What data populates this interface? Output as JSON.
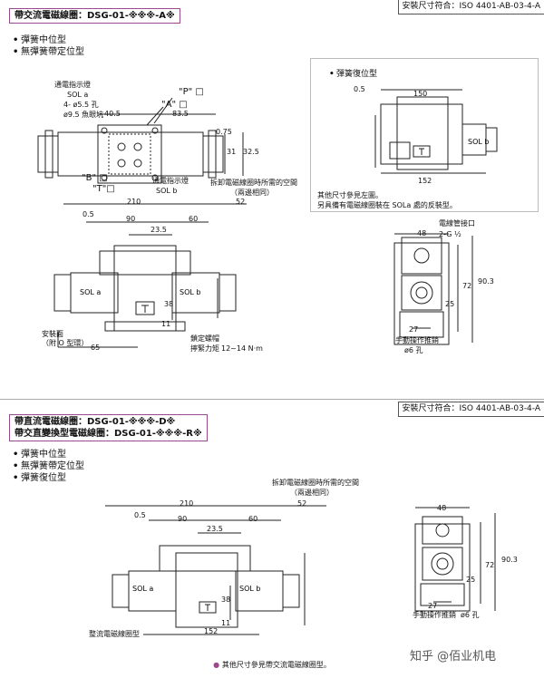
{
  "section1": {
    "standard": "安裝尺寸符合：ISO 4401-AB-03-4-A",
    "title": "帶交流電磁線圈：DSG-01-※※※-A※",
    "bullets": [
      "彈簧中位型",
      "無彈簧帶定位型"
    ],
    "top_view": {
      "labels": {
        "indicator": "通電指示燈",
        "sol_a_top": "SOL a",
        "holes": "4- ø5.5 孔",
        "counterbore": "ø9.5 魚眼坑",
        "p_port": "\"P\" □",
        "a_port": "\"A\" □",
        "b_port": "\"B\" □",
        "t_port": "\"T\"□",
        "indicator2": "通電指示燈",
        "sol_b_bottom": "SOL b",
        "removal_space": "拆卸電磁線圈時所需的空間",
        "both_sides": "（兩邊相同）"
      },
      "dims": [
        "40.5",
        "83.5",
        "0.75",
        "31",
        "32.5"
      ]
    },
    "front_view": {
      "dims": [
        "210",
        "52",
        "0.5",
        "90",
        "60",
        "23.5",
        "38",
        "11",
        "65"
      ],
      "labels": {
        "sol_a": "SOL a",
        "sol_b": "SOL b",
        "mount_face": "安裝面",
        "oring": "（附 O 型環）",
        "lock_nut": "鎖定螺帽",
        "torque": "擰緊力矩",
        "torque_val": "12~14 N·m"
      }
    },
    "spring_return": {
      "subtitle": "彈簧復位型",
      "dims": [
        "0.5",
        "150",
        "152"
      ],
      "sol_b": "SOL b",
      "note1": "其他尺寸參見左圖。",
      "note2": "另具備有電磁線圈裝在 SOLa 處的反裝型。"
    },
    "side_view": {
      "labels": {
        "conduit": "電線管接口",
        "conduit_size": "2-G ½",
        "manual": "手動操作推銷",
        "hole": "ø6 孔"
      },
      "dims": [
        "48",
        "72",
        "90.3",
        "25",
        "27"
      ]
    }
  },
  "section2": {
    "standard": "安裝尺寸符合：ISO 4401-AB-03-4-A",
    "title_line1": "帶直流電磁線圈：DSG-01-※※※-D※",
    "title_line2": "帶交直變換型電磁線圈：DSG-01-※※※-R※",
    "bullets": [
      "彈簧中位型",
      "無彈簧帶定位型",
      "彈簧復位型"
    ],
    "front_view": {
      "dims": [
        "210",
        "52",
        "0.5",
        "90",
        "60",
        "23.5",
        "38",
        "11",
        "152"
      ],
      "labels": {
        "removal_space": "拆卸電磁線圈時所需的空間",
        "both_sides": "（兩邊相同）",
        "sol_a": "SOL a",
        "sol_b": "SOL b",
        "rectifier": "整流電磁線圈型"
      }
    },
    "side_view": {
      "dims": [
        "48",
        "72",
        "90.3",
        "25",
        "27"
      ],
      "labels": {
        "manual": "手動操作推銷",
        "hole": "ø6 孔"
      }
    },
    "footnote": "其他尺寸參見帶交流電磁線圈型。"
  },
  "watermark": "知乎 @佰业机电"
}
